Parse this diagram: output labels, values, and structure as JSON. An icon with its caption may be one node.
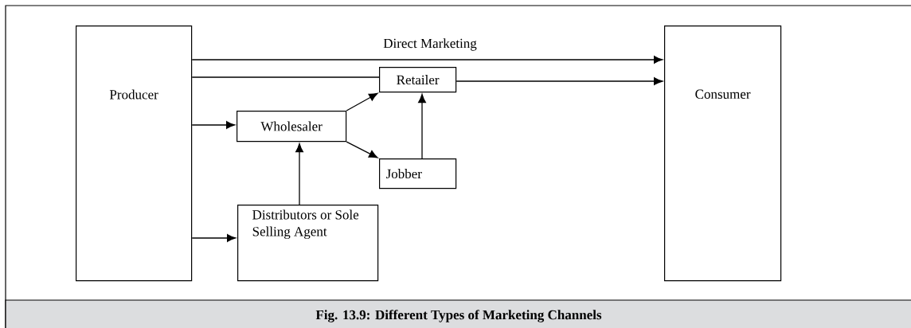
{
  "diagram": {
    "caption": "Fig. 13.9: Different Types of Marketing Channels",
    "nodes": [
      {
        "text": [
          "Producer"
        ]
      },
      {
        "text": [
          "Consumer"
        ]
      },
      {
        "text": [
          "Retailer"
        ]
      },
      {
        "text": [
          "Wholesaler"
        ]
      },
      {
        "text": [
          "Jobber"
        ]
      },
      {
        "text": [
          "Distributors or Sole Selling Agent"
        ]
      }
    ],
    "edges": [
      {
        "from": 0,
        "to": 1,
        "arrow": "to",
        "label": "Direct Marketing"
      },
      {
        "from": 0,
        "to": 2,
        "arrow": "none"
      },
      {
        "from": 2,
        "to": 1,
        "arrow": "to"
      },
      {
        "from": 0,
        "to": 3,
        "arrow": "to"
      },
      {
        "from": 3,
        "to": 2,
        "arrow": "to"
      },
      {
        "from": 3,
        "to": 4,
        "arrow": "to"
      },
      {
        "from": 4,
        "to": 2,
        "arrow": "to"
      },
      {
        "from": 5,
        "to": 3,
        "arrow": "to"
      },
      {
        "from": 0,
        "to": 5,
        "arrow": "to"
      }
    ]
  }
}
